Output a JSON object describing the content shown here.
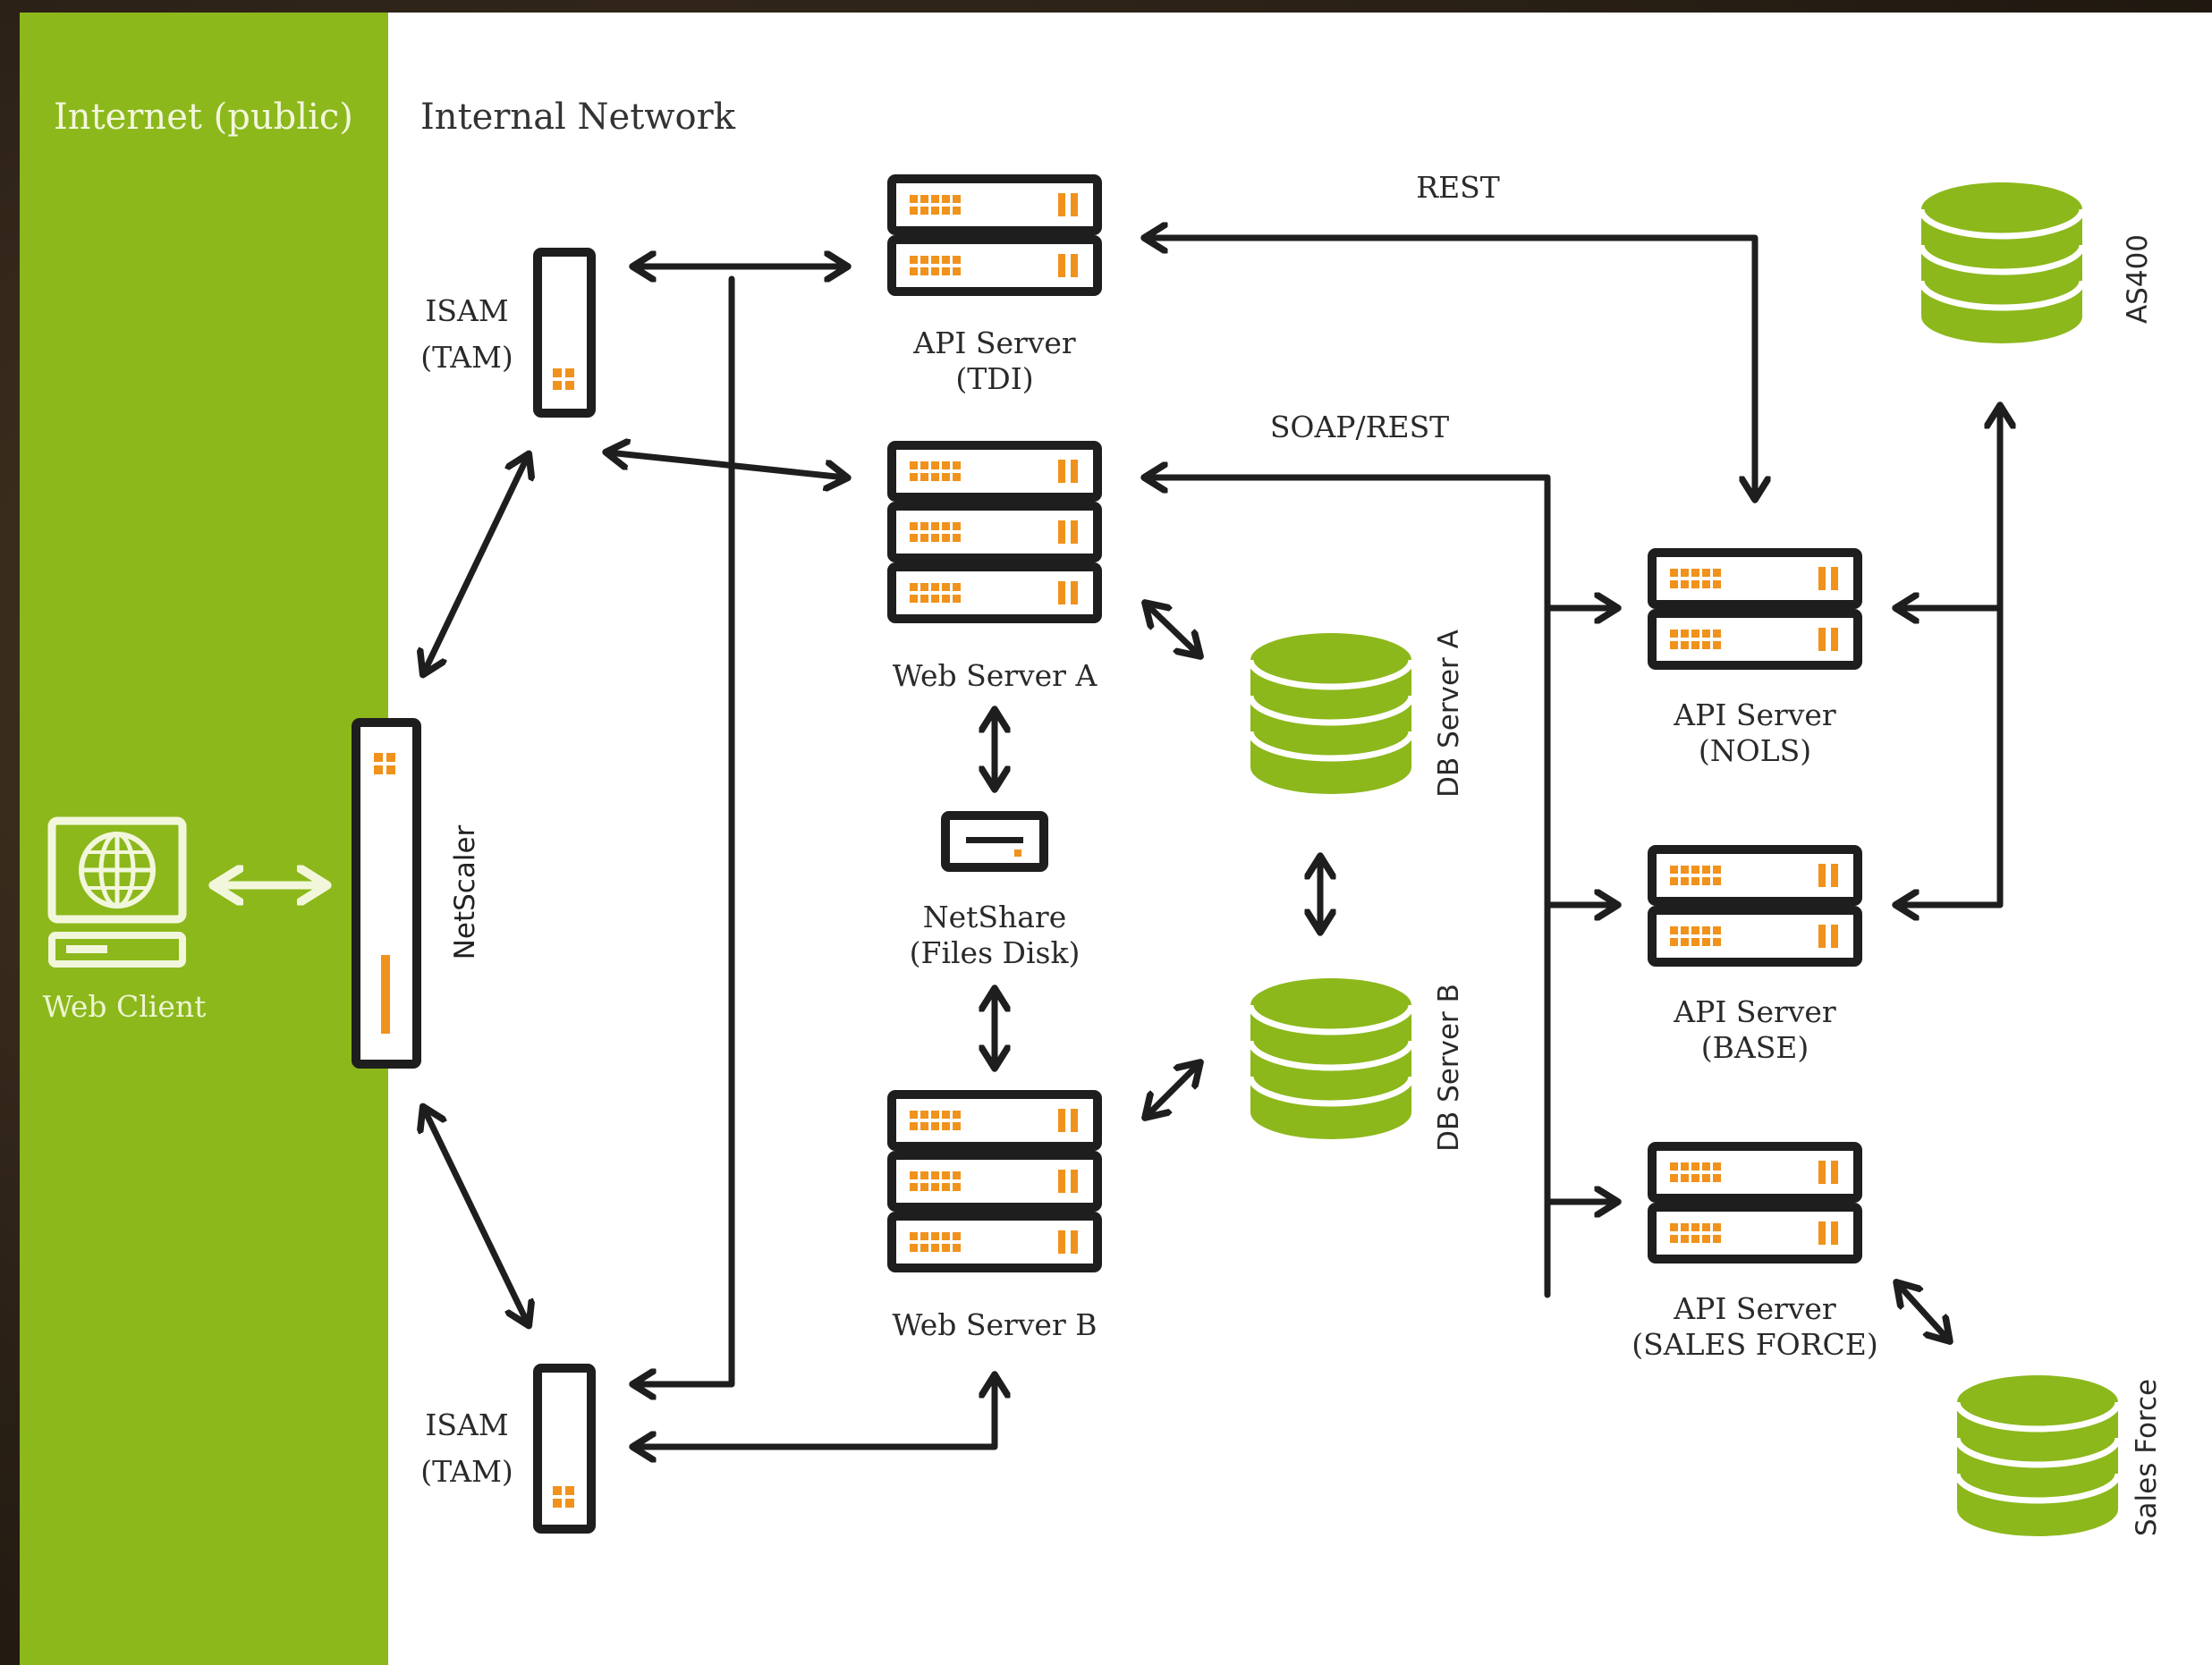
{
  "zones": {
    "public_label": "Internet (public)",
    "internal_label": "Internal Network"
  },
  "nodes": {
    "web_client": "Web Client",
    "netscaler": "NetScaler",
    "isam_top": [
      "ISAM",
      "(TAM)"
    ],
    "isam_bottom": [
      "ISAM",
      "(TAM)"
    ],
    "api_tdi": [
      "API Server",
      "(TDI)"
    ],
    "web_server_a": "Web Server A",
    "netshare": [
      "NetShare",
      "(Files Disk)"
    ],
    "web_server_b": "Web Server B",
    "db_server_a": "DB Server A",
    "db_server_b": "DB Server B",
    "api_nols": [
      "API Server",
      "(NOLS)"
    ],
    "api_base": [
      "API Server",
      "(BASE)"
    ],
    "api_salesforce": [
      "API Server",
      "(SALES FORCE)"
    ],
    "as400": "AS400",
    "sales_force": "Sales Force"
  },
  "connections": {
    "rest_label": "REST",
    "soap_rest_label": "SOAP/REST"
  },
  "colors": {
    "green": "#8cb81c",
    "orange": "#f0921c",
    "dark": "#1e1e1e",
    "white": "#ffffff"
  },
  "icons": {
    "server": "server-rack-icon",
    "database": "database-cylinder-icon",
    "client": "computer-globe-icon",
    "appliance": "network-appliance-icon"
  }
}
